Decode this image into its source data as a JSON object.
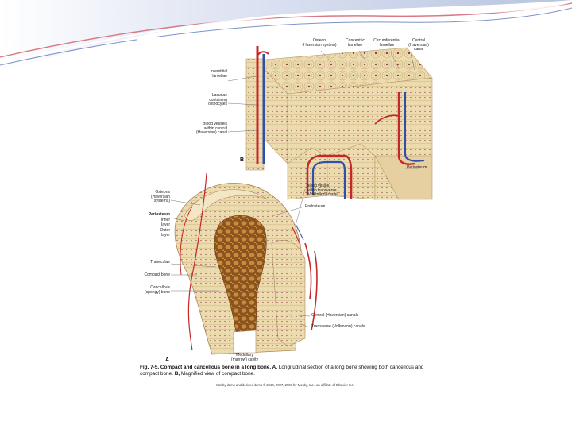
{
  "labels_b": {
    "osteon": "Osteon\n(Haversian system)",
    "concentric_lamellae": "Concentric\nlamellae",
    "circumferential_lamellae": "Circumferential\nlamellae",
    "central_canal": "Central\n(Haversian)\ncanal",
    "interstitial_lamellae": "Interstitial\nlamellae",
    "lacunae": "Lacunae\ncontaining\nosteocytes",
    "blood_vessels": "Blood vessels\nwithin central\n(Haversian) canal",
    "periosteum": "Periosteum",
    "panel": "B"
  },
  "labels_a": {
    "osteons": "Osteons\n(Haversian\nsystems)",
    "periosteum": "Periosteum",
    "inner_layer": "Inner\nlayer",
    "outer_layer": "Outer\nlayer",
    "trabeculae": "Trabeculae",
    "compact_bone": "Compact bone",
    "cancellous_bone": "Cancellous\n(spongy) bone",
    "blood_vessel_transverse": "Blood vessel\nwithin transverse\n(Volkmann) canal",
    "endosteum": "Endosteum",
    "central_canals": "Central (Haversian) canals",
    "transverse_canals": "Transverse (Volkmann) canals",
    "medullary_cavity": "Medullary\n(marrow) cavity",
    "panel": "A"
  },
  "caption": {
    "bold": "Fig. 7-5. Compact and cancellous bone in a long bone. A,",
    "text": " Longitudinal section of a long bone showing both cancellous and compact bone. ",
    "bold_b": "B,",
    "text_b": " Magnified view of compact bone.",
    "credit": "Mosby items and derived items © 2010, 2007, 2003 by Mosby, Inc., an affiliate of Elsevier Inc."
  },
  "colors": {
    "bone": "#eddcb0",
    "bone_dark": "#c9ae7a",
    "spongy": "#a8702e",
    "artery": "#c62828",
    "vein": "#2f4fa8",
    "header_swoosh": "#c9d2ea",
    "header_accent": "#d87a86"
  }
}
